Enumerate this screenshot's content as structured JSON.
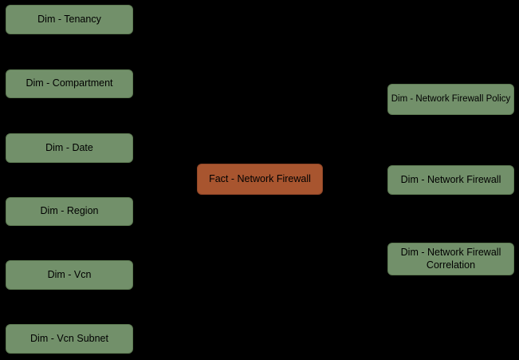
{
  "canvas": {
    "background": "#000000",
    "node_text_color": "#000000"
  },
  "colors": {
    "dimension_fill": "#72906a",
    "dimension_border": "#5d7a52",
    "fact_fill": "#a8552f",
    "fact_border": "#8e4527"
  },
  "fact_node": {
    "label": "Fact - Network Firewall"
  },
  "left_dimension_nodes": [
    {
      "label": "Dim - Tenancy"
    },
    {
      "label": "Dim - Compartment"
    },
    {
      "label": "Dim - Date"
    },
    {
      "label": "Dim - Region"
    },
    {
      "label": "Dim - Vcn"
    },
    {
      "label": "Dim - Vcn Subnet"
    }
  ],
  "right_dimension_nodes": [
    {
      "label": "Dim - Network Firewall Policy"
    },
    {
      "label": "Dim - Network Firewall"
    },
    {
      "label": "Dim - Network Firewall Correlation"
    }
  ]
}
